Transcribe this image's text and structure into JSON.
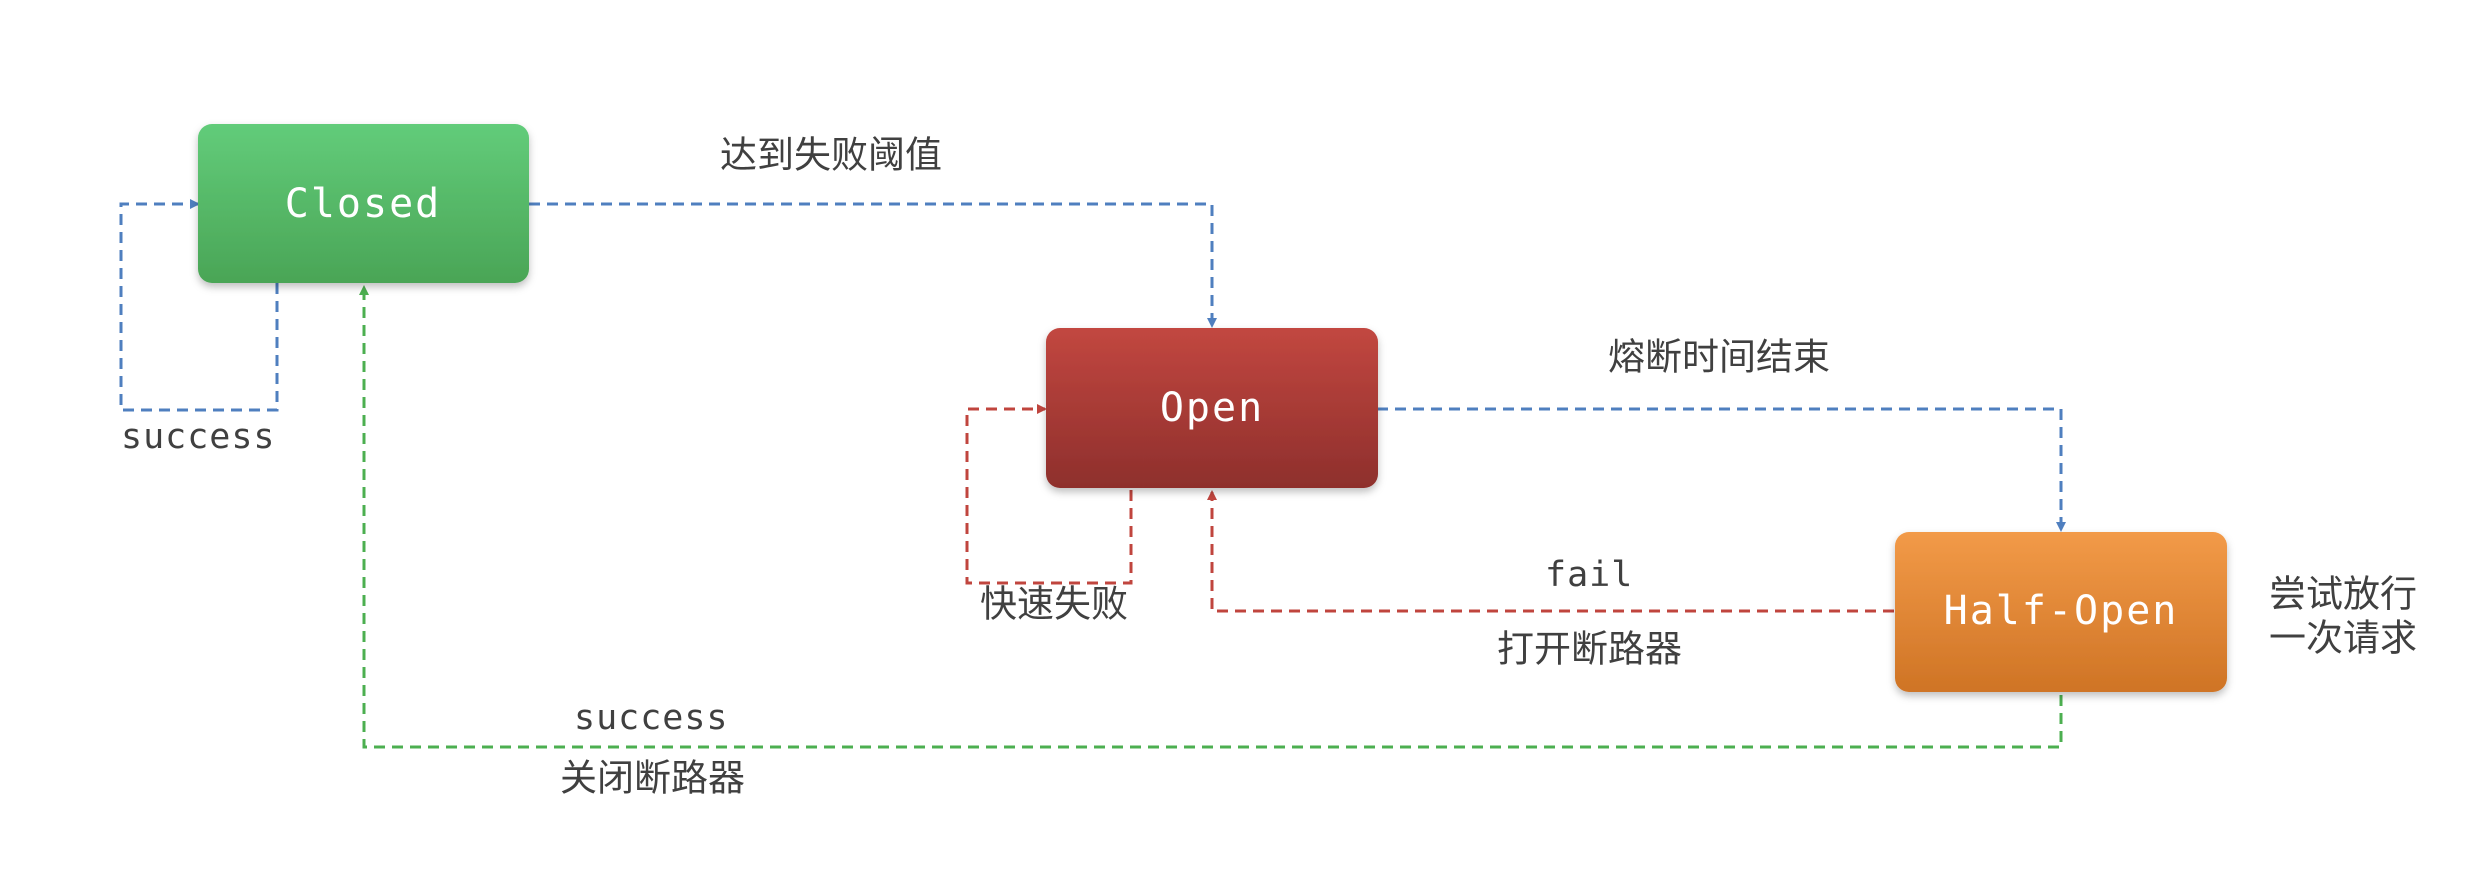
{
  "states": {
    "closed": "Closed",
    "open": "Open",
    "half_open": "Half-Open"
  },
  "labels": {
    "closed_success": "success",
    "reach_threshold": "达到失败阈值",
    "fast_fail": "快速失败",
    "timeout_end": "熔断时间结束",
    "fail": "fail",
    "open_breaker": "打开断路器",
    "half_open_success": "success",
    "close_breaker": "关闭断路器",
    "try_line1": "尝试放行",
    "try_line2": "一次请求"
  },
  "colors": {
    "closed_top": "#62cc7a",
    "closed_bottom": "#4aa556",
    "open_top": "#c24740",
    "open_bottom": "#8e2f2c",
    "half_open_top": "#f29a48",
    "half_open_bottom": "#cf7425",
    "blue_line": "#4f7fbf",
    "red_line": "#c0453e",
    "green_line": "#4caf50"
  }
}
